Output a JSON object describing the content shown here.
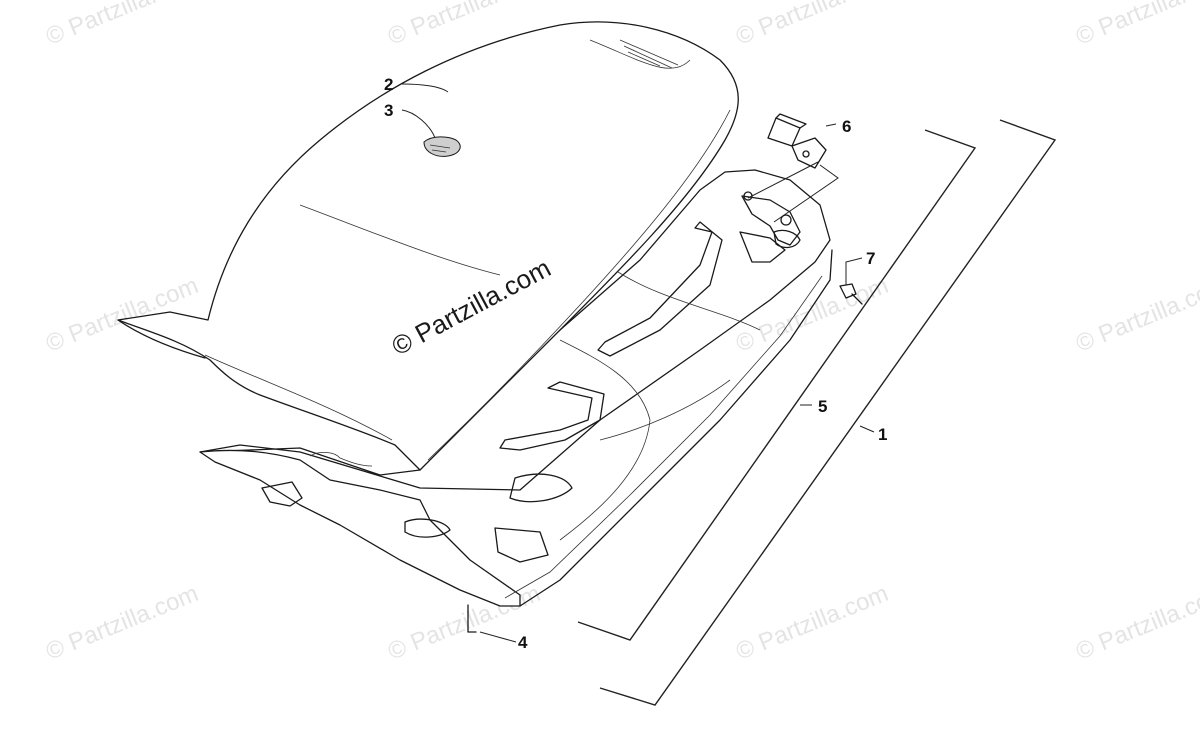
{
  "watermark": {
    "small_text": "© Partzilla.com",
    "center_text": "© Partzilla.com"
  },
  "callouts": {
    "c1": "1",
    "c2": "2",
    "c3": "3",
    "c4": "4",
    "c5": "5",
    "c6": "6",
    "c7": "7"
  }
}
